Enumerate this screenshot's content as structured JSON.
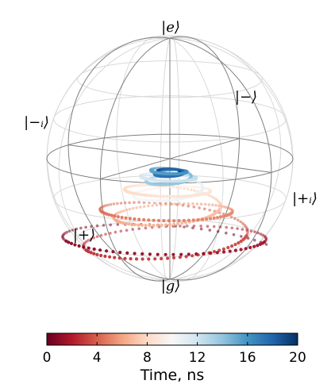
{
  "state_labels": {
    "excited": "|e⟩",
    "ground": "|g⟩",
    "minus": "|−⟩",
    "plus": "|+⟩",
    "minus_i": "|−ᵢ⟩",
    "plus_i": "|+ᵢ⟩"
  },
  "colorbar": {
    "title": "Time, ns",
    "ticks": [
      "0",
      "4",
      "8",
      "12",
      "16",
      "20"
    ],
    "range": [
      0,
      20
    ],
    "colormap": [
      "#67001f",
      "#b2182b",
      "#d6604d",
      "#f4a582",
      "#fddbc7",
      "#f7f7f7",
      "#d1e5f0",
      "#92c5de",
      "#4393c3",
      "#2166ac",
      "#053061"
    ]
  },
  "colors": {
    "wireframe_light": "#d9d9d9",
    "wireframe_dark": "#7f7f7f"
  }
}
